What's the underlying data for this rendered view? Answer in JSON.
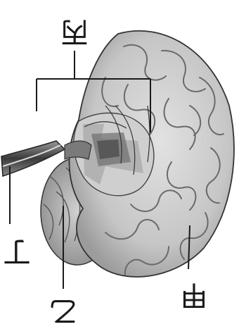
{
  "labels": {
    "cerebrum": "甲",
    "cerebellum": "乙",
    "brainstem": "丙",
    "spinal_cord": "丁"
  },
  "colors": {
    "ink": "#1a1a1a",
    "tissue_light": "#dcdcdc",
    "tissue_mid": "#b8b8b8",
    "tissue_dark": "#6e6e6e"
  }
}
